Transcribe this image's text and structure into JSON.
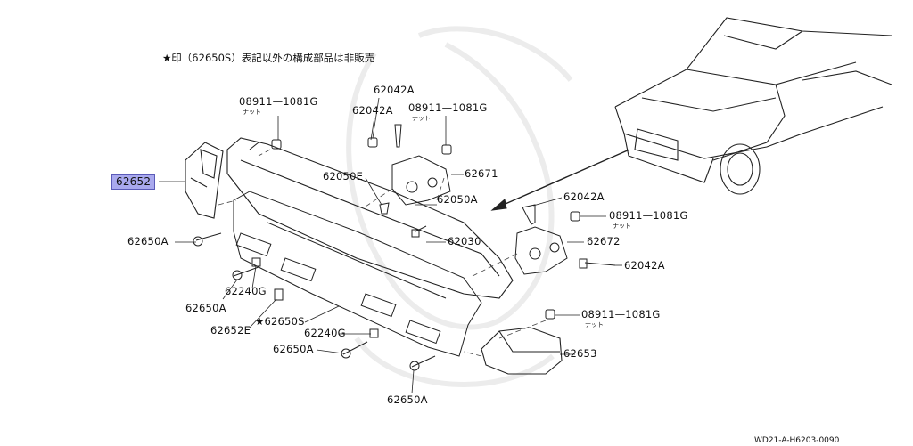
{
  "note": "★印（62650S）表記以外の構成部品は非販売",
  "footer_code": "WD21-A-H6203-0090",
  "highlight_color": "#a9a9ee",
  "labels": {
    "nut_08911_a": "08911—1081G",
    "nut_08911_b": "08911—1081G",
    "nut_08911_c": "08911—1081G",
    "nut_08911_d": "08911—1081G",
    "nut_text": "ナット",
    "p62042A_top": "62042A",
    "p62042A_left": "62042A",
    "p62042A_right1": "62042A",
    "p62042A_right2": "62042A",
    "p62652": "62652",
    "p62050E": "62050E",
    "p62671": "62671",
    "p62050A": "62050A",
    "p62030": "62030",
    "p62672": "62672",
    "p62650A_1": "62650A",
    "p62650A_2": "62650A",
    "p62650A_3": "62650A",
    "p62650A_4": "62650A",
    "p62240G_1": "62240G",
    "p62240G_2": "62240G",
    "p62652E": "62652E",
    "p62650S": "★62650S",
    "p62653": "62653"
  }
}
